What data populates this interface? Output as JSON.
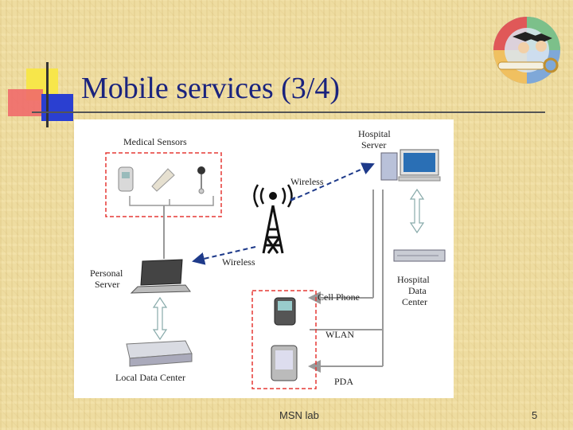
{
  "slide": {
    "title": "Mobile services (3/4)",
    "footer": "MSN lab",
    "page_number": "5"
  },
  "diagram": {
    "labels": {
      "medical_sensors": "Medical Sensors",
      "hospital_server_1": "Hospital",
      "hospital_server_2": "Server",
      "wireless_top": "Wireless",
      "wireless_bottom": "Wireless",
      "personal_server_1": "Personal",
      "personal_server_2": "Server",
      "local_data_center": "Local Data Center",
      "cell_phone": "Cell Phone",
      "wlan": "WLAN",
      "pda": "PDA",
      "hospital_data_center_1": "Hospital",
      "hospital_data_center_2": "Data",
      "hospital_data_center_3": "Center"
    }
  },
  "colors": {
    "title": "#1a237e",
    "dashed_box": "#e53935",
    "wireless_link": "#1e3a8a"
  }
}
